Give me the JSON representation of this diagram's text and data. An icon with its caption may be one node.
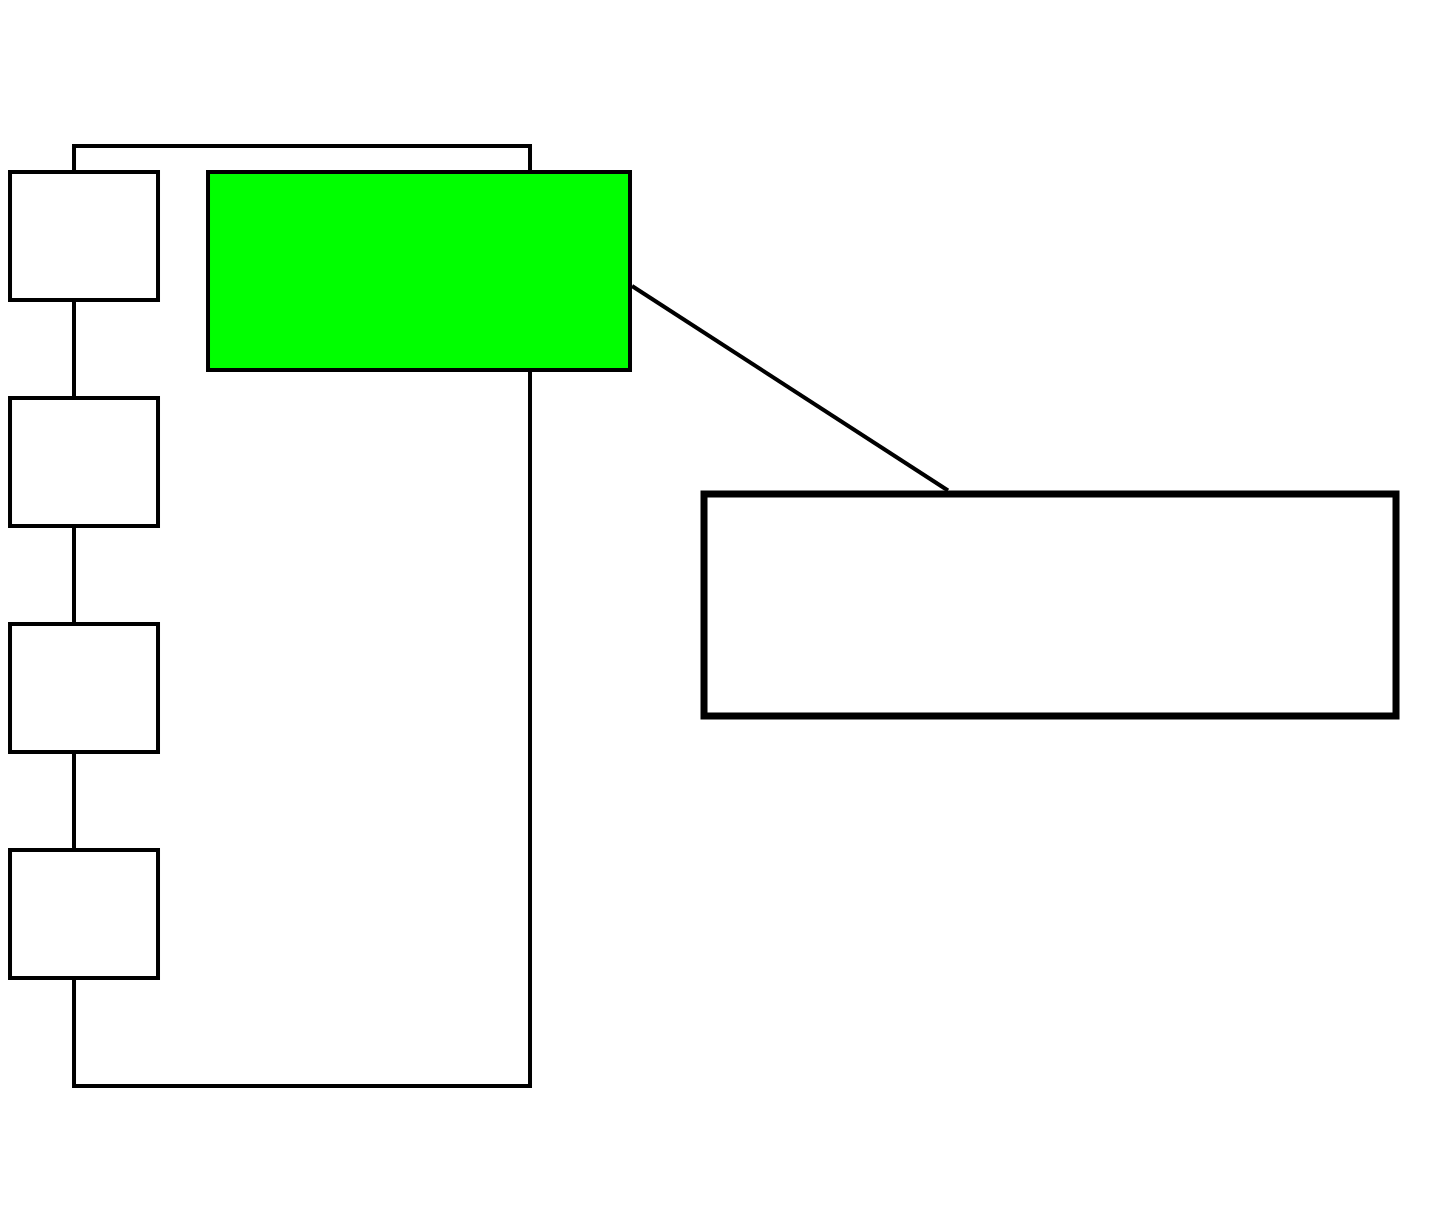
{
  "diagram": {
    "nodes": [
      {
        "text": [],
        "shape": "box"
      },
      {
        "text": [],
        "shape": "box"
      },
      {
        "text": [],
        "shape": "box"
      },
      {
        "text": [],
        "shape": "box"
      },
      {
        "text": [],
        "shape": "box"
      },
      {
        "text": [],
        "shape": "box"
      }
    ],
    "edges": [
      {
        "from": 0,
        "to": 1,
        "arrow": "none"
      },
      {
        "from": 1,
        "to": 2,
        "arrow": "none"
      },
      {
        "from": 2,
        "to": 3,
        "arrow": "none"
      },
      {
        "from": 0,
        "to": 4,
        "arrow": "none"
      },
      {
        "from": 3,
        "to": 4,
        "arrow": "none"
      },
      {
        "from": 4,
        "to": 5,
        "arrow": "none"
      }
    ]
  }
}
